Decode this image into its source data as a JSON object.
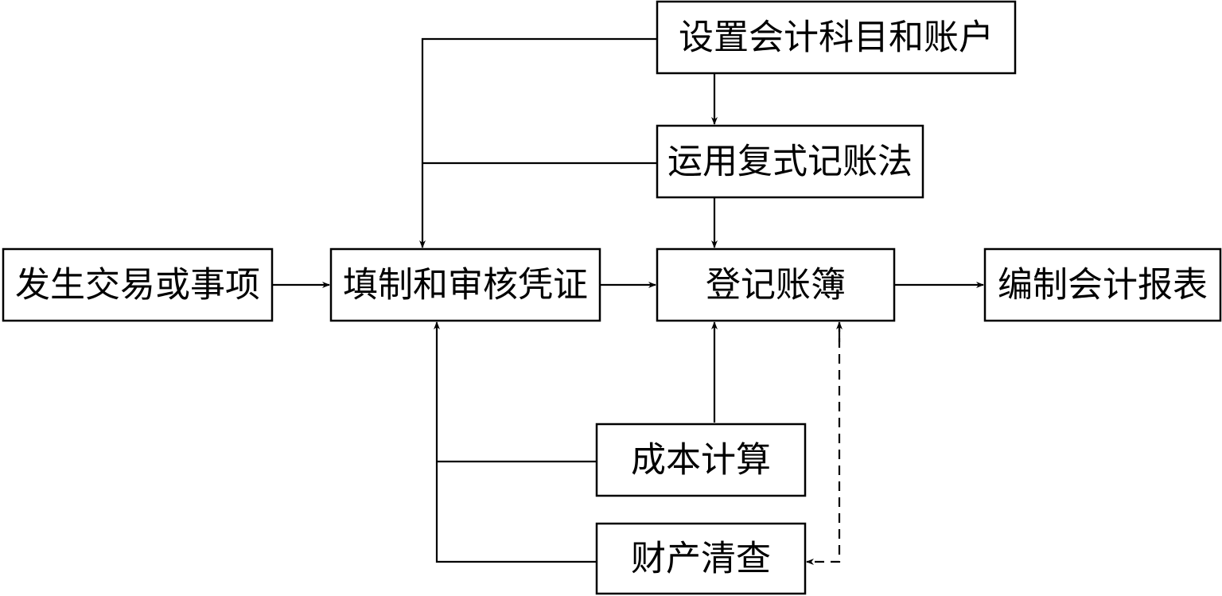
{
  "diagram": {
    "nodes": {
      "transaction": {
        "label": "发生交易或事项"
      },
      "voucher": {
        "label": "填制和审核凭证"
      },
      "ledger": {
        "label": "登记账簿"
      },
      "report": {
        "label": "编制会计报表"
      },
      "accounts": {
        "label": "设置会计科目和账户"
      },
      "double_entry": {
        "label": "运用复式记账法"
      },
      "costing": {
        "label": "成本计算"
      },
      "inventory": {
        "label": "财产清查"
      }
    },
    "connectors": [
      {
        "from": "transaction",
        "to": "voucher",
        "style": "solid"
      },
      {
        "from": "voucher",
        "to": "ledger",
        "style": "solid"
      },
      {
        "from": "ledger",
        "to": "report",
        "style": "solid"
      },
      {
        "from": "accounts",
        "to": "double_entry",
        "style": "solid"
      },
      {
        "from": "double_entry",
        "to": "ledger",
        "style": "solid"
      },
      {
        "from": "accounts",
        "to": "voucher",
        "style": "solid"
      },
      {
        "from": "double_entry",
        "to": "voucher",
        "style": "solid"
      },
      {
        "from": "costing",
        "to": "ledger",
        "style": "solid"
      },
      {
        "from": "costing",
        "to": "voucher",
        "style": "solid"
      },
      {
        "from": "inventory",
        "to": "voucher",
        "style": "solid"
      },
      {
        "from": "ledger",
        "to": "inventory",
        "style": "dashed"
      }
    ],
    "colors": {
      "stroke": "#000000",
      "fill": "#ffffff",
      "text": "#000000"
    }
  }
}
